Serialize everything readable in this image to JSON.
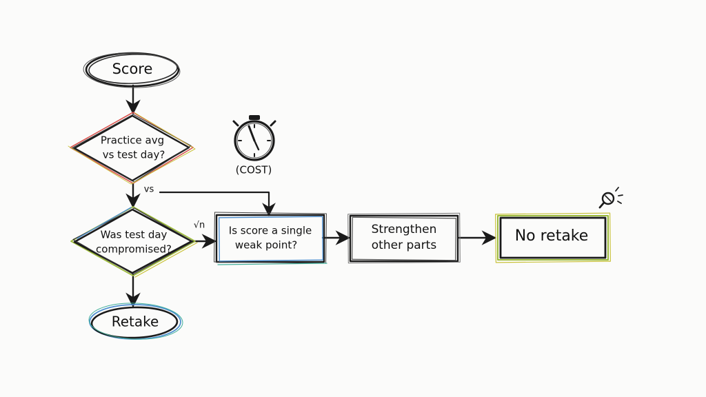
{
  "nodes": {
    "score": {
      "label": "Score"
    },
    "practice": {
      "lines": [
        "Practice avg",
        "vs test day?"
      ]
    },
    "compromised": {
      "lines": [
        "Was test day",
        "compromised?"
      ]
    },
    "retake": {
      "label": "Retake"
    },
    "single_weak": {
      "lines": [
        "Is score a single",
        "weak point?"
      ]
    },
    "strengthen": {
      "lines": [
        "Strengthen",
        "other parts"
      ]
    },
    "no_retake": {
      "label": "No retake"
    }
  },
  "edge_labels": {
    "vs": "vs",
    "yes": "√n"
  },
  "stopwatch": {
    "label": "(COST)"
  },
  "icons": [
    "stopwatch-icon",
    "magnifier-icon"
  ],
  "colors": {
    "ink": "#1a1a1a",
    "accent_red": "#d9544f",
    "accent_green": "#9cba3a",
    "accent_blue": "#4e8fcf",
    "accent_teal": "#3fae9a",
    "accent_yellow": "#c9c23a"
  }
}
